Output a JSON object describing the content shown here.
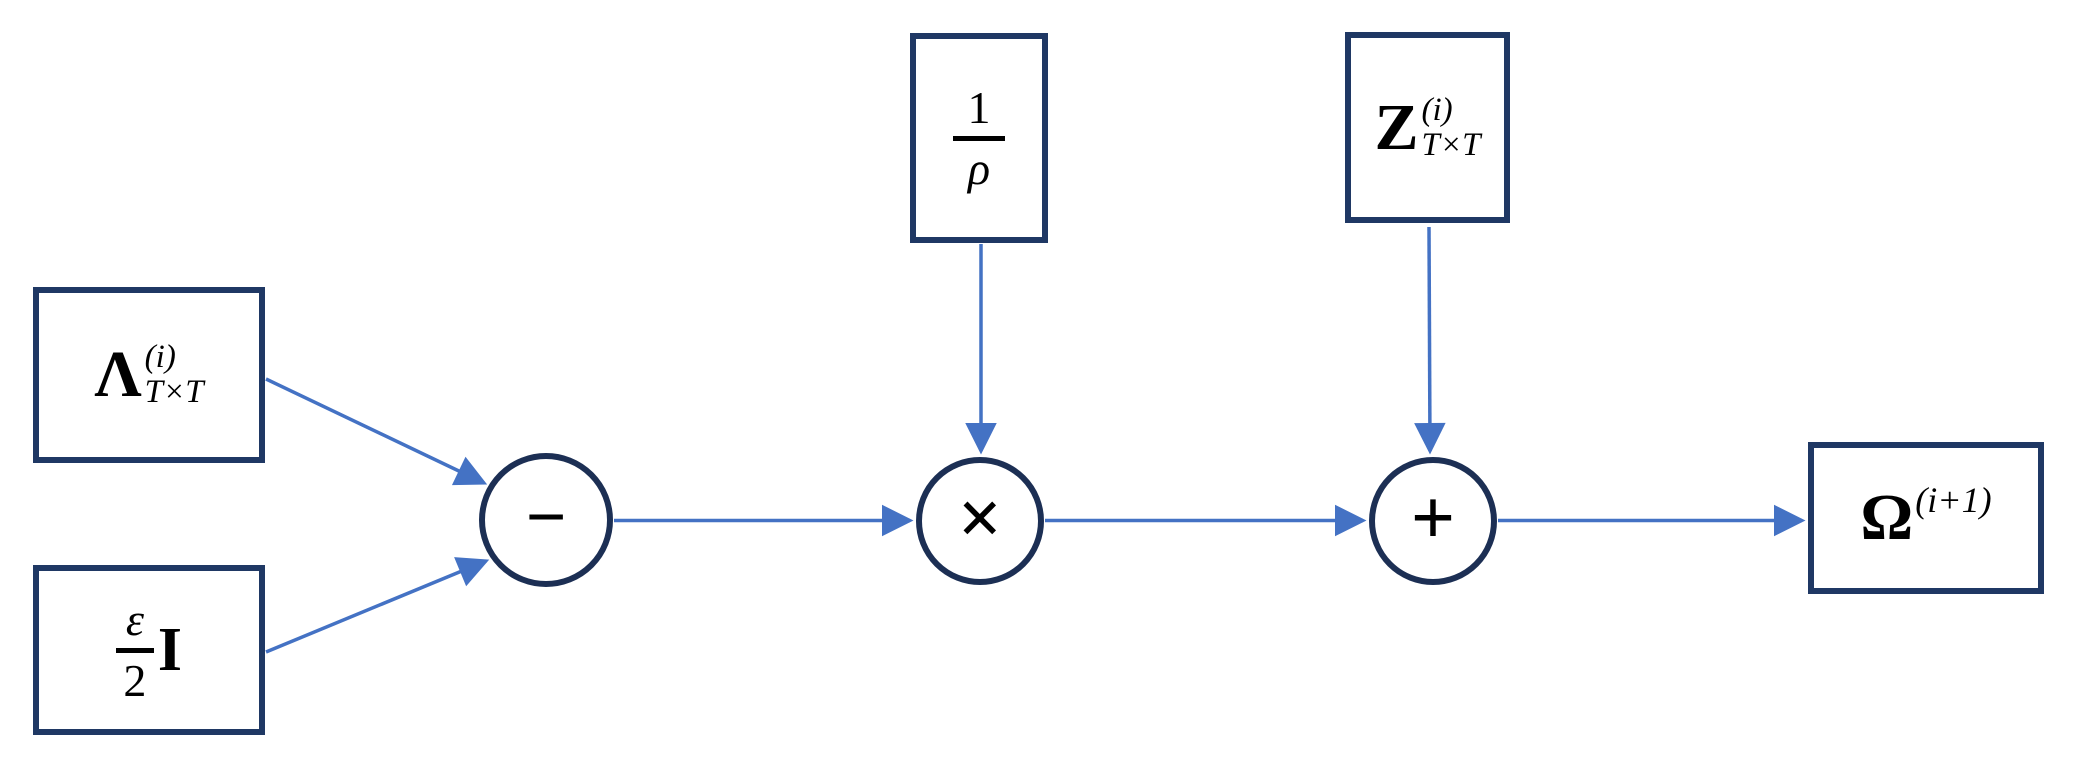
{
  "colors": {
    "background": "#ffffff",
    "box_border": "#1f3864",
    "circle_border": "#1c2f54",
    "arrow": "#4472c4",
    "math_text": "#000000"
  },
  "nodes": {
    "lambda": {
      "base": "Λ",
      "superscript": "(i)",
      "subscript": "T×T"
    },
    "epsilon_identity": {
      "numerator": "ε",
      "denominator": "2",
      "suffix": "I"
    },
    "inverse_rho": {
      "numerator": "1",
      "denominator": "ρ"
    },
    "z": {
      "base": "Z",
      "superscript": "(i)",
      "subscript": "T×T"
    },
    "omega_output": {
      "base": "Ω",
      "superscript": "(i+1)"
    }
  },
  "operators": {
    "subtract": "−",
    "multiply": "×",
    "add": "+"
  }
}
